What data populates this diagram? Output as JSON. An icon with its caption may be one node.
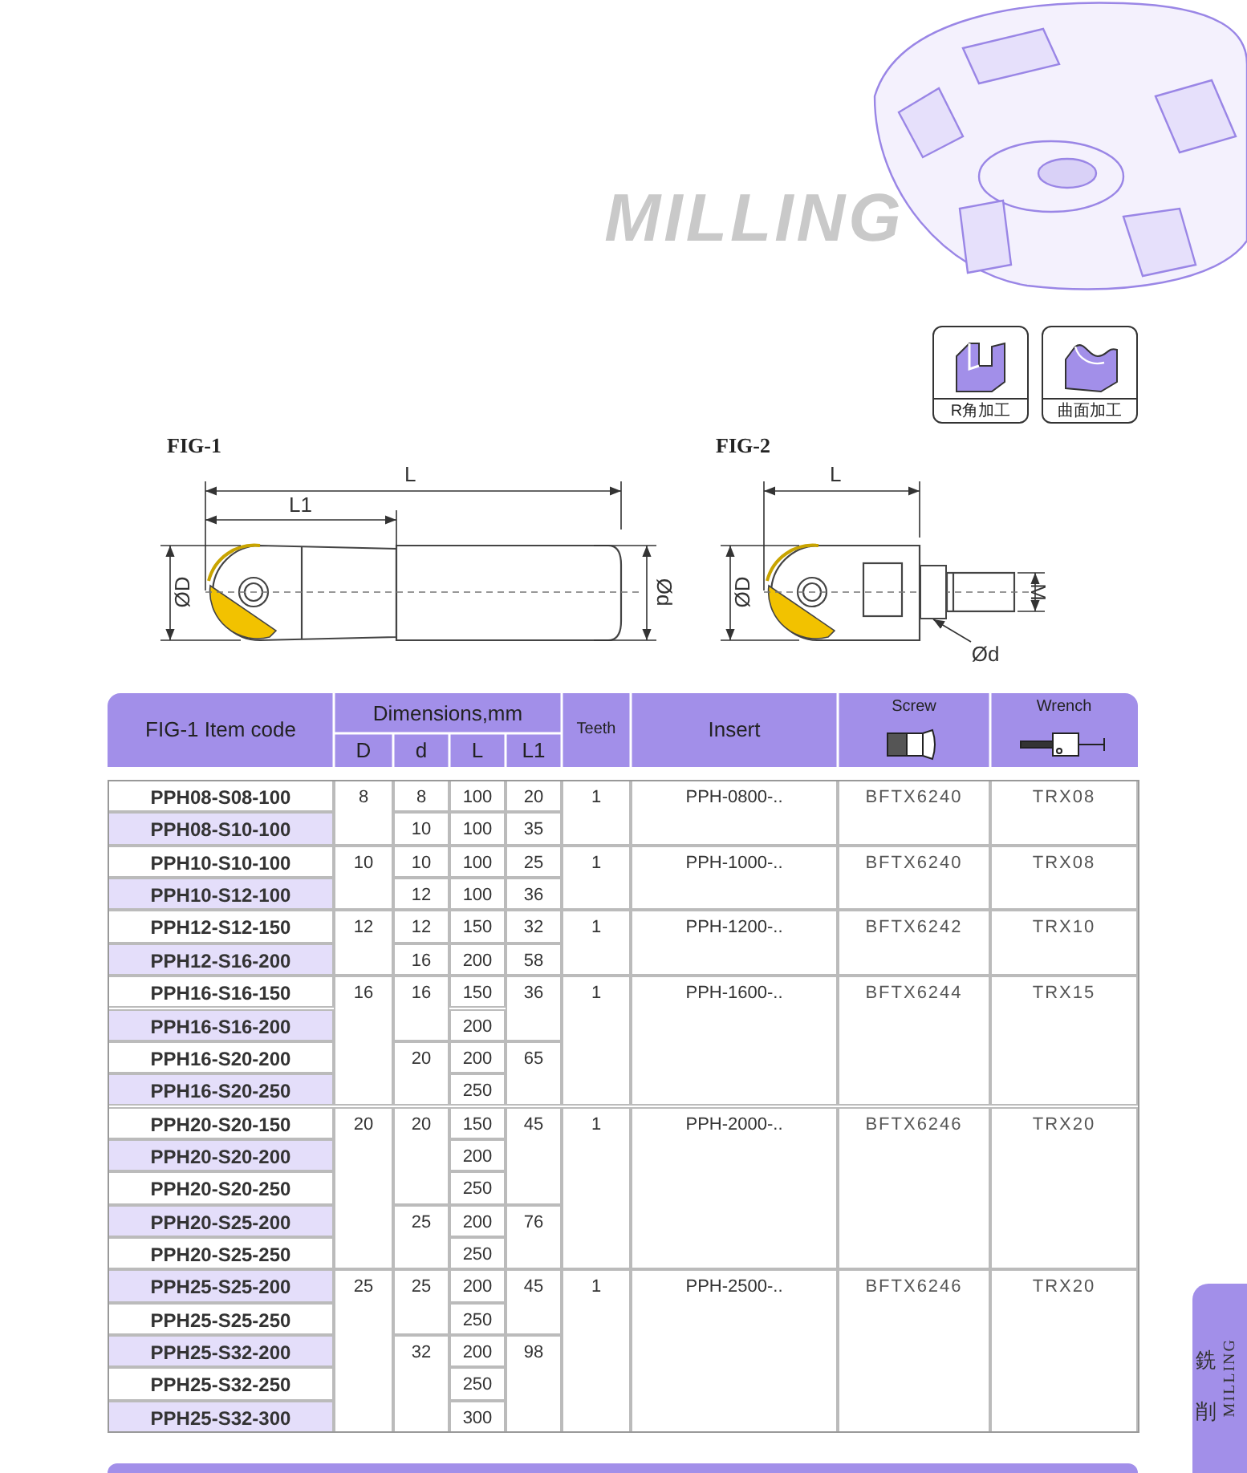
{
  "diagram": {
    "title": "MILLING",
    "nodes": [
      {
        "text": [
          "R角加工"
        ]
      },
      {
        "text": [
          "曲面加工"
        ]
      },
      {
        "text": [
          "銑削",
          "MILLING"
        ]
      },
      {
        "text": [
          "Ød"
        ]
      },
      {
        "text": [],
        "shape": "box"
      }
    ],
    "edges": [
      {
        "from": 3,
        "to": 4,
        "arrow": "to"
      }
    ],
    "labels": [
      "FIG-1",
      "L",
      "L1",
      "ØD",
      "Ød",
      "FIG-2",
      "L",
      "ØD",
      "M",
      "FIG-1 Item code",
      "Dimensions,mm",
      "Teeth",
      "Insert",
      "Screw",
      "Wrench",
      "D",
      "d",
      "L",
      "L1",
      "PPH08-S08-100",
      "8",
      "8",
      "100",
      "20",
      "1",
      "PPH-0800-..",
      "BFTX6240",
      "TRX08",
      "PPH08-S10-100",
      "10",
      "100",
      "35",
      "PPH10-S10-100",
      "10",
      "10",
      "100",
      "25",
      "1",
      "PPH-1000-..",
      "BFTX6240",
      "TRX08",
      "PPH10-S12-100",
      "12",
      "100",
      "36",
      "PPH12-S12-150",
      "12",
      "12",
      "150",
      "32",
      "1",
      "PPH-1200-..",
      "BFTX6242",
      "TRX10",
      "PPH12-S16-200",
      "16",
      "200",
      "58",
      "PPH16-S16-150",
      "16",
      "16",
      "150",
      "36",
      "1",
      "PPH-1600-..",
      "BFTX6244",
      "TRX15",
      "PPH16-S16-200",
      "200",
      "PPH16-S20-200",
      "20",
      "200",
      "65",
      "PPH16-S20-250",
      "250",
      "PPH20-S20-150",
      "20",
      "20",
      "150",
      "45",
      "1",
      "PPH-2000-..",
      "BFTX6246",
      "TRX20",
      "PPH20-S20-200",
      "200",
      "PPH20-S20-250",
      "250",
      "PPH20-S25-200",
      "25",
      "200",
      "76",
      "PPH20-S25-250",
      "250",
      "PPH25-S25-200",
      "25",
      "25",
      "200",
      "45",
      "1",
      "PPH-2500-..",
      "BFTX6246",
      "TRX20",
      "PPH25-S25-250",
      "250",
      "PPH25-S32-200",
      "32",
      "200",
      "98",
      "PPH25-S32-250",
      "250",
      "PPH25-S32-300",
      "300"
    ]
  }
}
